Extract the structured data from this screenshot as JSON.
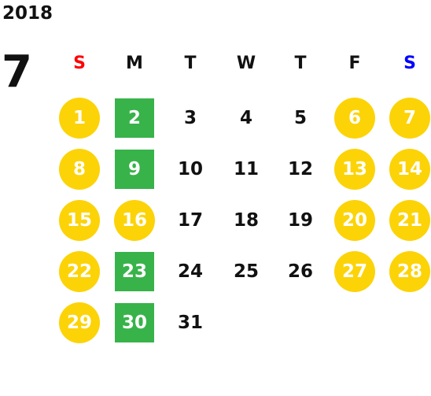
{
  "year": "2018",
  "month": "7",
  "colors": {
    "holiday": "#fcd307",
    "special": "#37b34a",
    "sunday_header": "#ff0000",
    "saturday_header": "#0000ff",
    "text": "#111111"
  },
  "weekdays": [
    {
      "label": "S",
      "color": "#ff0000"
    },
    {
      "label": "M",
      "color": "#111111"
    },
    {
      "label": "T",
      "color": "#111111"
    },
    {
      "label": "W",
      "color": "#111111"
    },
    {
      "label": "T",
      "color": "#111111"
    },
    {
      "label": "F",
      "color": "#111111"
    },
    {
      "label": "S",
      "color": "#0000ff"
    }
  ],
  "weeks": [
    [
      {
        "d": "1",
        "t": "holiday"
      },
      {
        "d": "2",
        "t": "special"
      },
      {
        "d": "3",
        "t": "normal"
      },
      {
        "d": "4",
        "t": "normal"
      },
      {
        "d": "5",
        "t": "normal"
      },
      {
        "d": "6",
        "t": "holiday"
      },
      {
        "d": "7",
        "t": "holiday"
      }
    ],
    [
      {
        "d": "8",
        "t": "holiday"
      },
      {
        "d": "9",
        "t": "special"
      },
      {
        "d": "10",
        "t": "normal"
      },
      {
        "d": "11",
        "t": "normal"
      },
      {
        "d": "12",
        "t": "normal"
      },
      {
        "d": "13",
        "t": "holiday"
      },
      {
        "d": "14",
        "t": "holiday"
      }
    ],
    [
      {
        "d": "15",
        "t": "holiday"
      },
      {
        "d": "16",
        "t": "holiday"
      },
      {
        "d": "17",
        "t": "normal"
      },
      {
        "d": "18",
        "t": "normal"
      },
      {
        "d": "19",
        "t": "normal"
      },
      {
        "d": "20",
        "t": "holiday"
      },
      {
        "d": "21",
        "t": "holiday"
      }
    ],
    [
      {
        "d": "22",
        "t": "holiday"
      },
      {
        "d": "23",
        "t": "special"
      },
      {
        "d": "24",
        "t": "normal"
      },
      {
        "d": "25",
        "t": "normal"
      },
      {
        "d": "26",
        "t": "normal"
      },
      {
        "d": "27",
        "t": "holiday"
      },
      {
        "d": "28",
        "t": "holiday"
      }
    ],
    [
      {
        "d": "29",
        "t": "holiday"
      },
      {
        "d": "30",
        "t": "special"
      },
      {
        "d": "31",
        "t": "normal"
      },
      null,
      null,
      null,
      null
    ]
  ]
}
